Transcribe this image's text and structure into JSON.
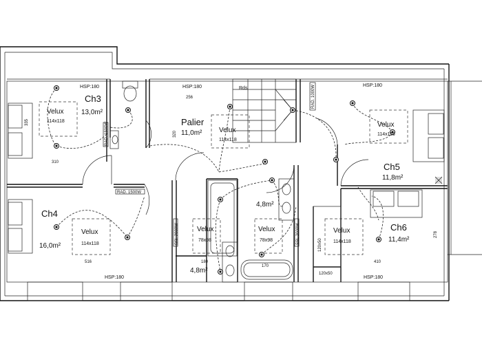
{
  "rooms": {
    "ch3": {
      "name": "Ch3",
      "area": "13,0m²"
    },
    "palier": {
      "name": "Palier",
      "area": "11,0m²"
    },
    "ch5": {
      "name": "Ch5",
      "area": "11,8m²"
    },
    "ch4": {
      "name": "Ch4",
      "area": "16,0m²"
    },
    "ch6": {
      "name": "Ch6",
      "area": "11,4m²"
    },
    "bath_center": {
      "area": "4,8m²"
    },
    "bath_left": {
      "area": "4,8m²"
    }
  },
  "velux": {
    "label": "Velux",
    "large": "114x118",
    "small": "78x98"
  },
  "hsp": "HSP:180",
  "rds": "Rds",
  "dims": {
    "d310": "310",
    "d256": "256",
    "d320": "320",
    "d516": "516",
    "d410": "410",
    "d180": "180",
    "d170": "170",
    "d335": "335",
    "d278": "278",
    "d120x50a": "120x50",
    "d120x50b": "120x50"
  },
  "annotations": {
    "rad1500": "RAD. 1500W",
    "rad1000": "RAD. 1000W",
    "ssl2000": "SSL 2000W"
  }
}
